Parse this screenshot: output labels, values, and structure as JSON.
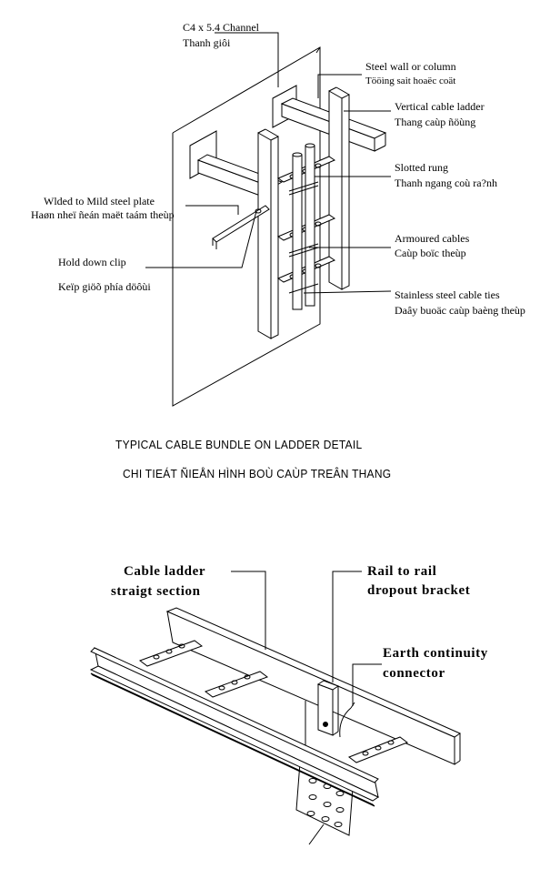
{
  "detail_top": {
    "labels": {
      "channel_en": "C4 x 5.4 Channel",
      "channel_vi": "Thanh  giôi",
      "wall_en": "Steel wall  or  column",
      "wall_vi": "Tööìng sait hoaëc coät",
      "ladder_en": "Vertical   cable ladder",
      "ladder_vi": "Thang   caùp ñöùng",
      "rung_en": "Slotted   rung",
      "rung_vi": "Thanh  ngang coù ra?nh",
      "welded_en": "Wlded  to Mild  steel plate",
      "welded_vi": "Haøn  nheï ñeán maët taám theùp",
      "holddown_en": "Hold   down clip",
      "holddown_vi": "Keïp  giöõ phía döôùi",
      "armoured_en": "Armoured   cables",
      "armoured_vi": "Caùp boïc theùp",
      "ties_en": "Stainless steel cable ties",
      "ties_vi": "Daây buoäc caùp baèng theùp"
    },
    "title_en": "TYPICAL  CABLE  BUNDLE  ON LADDER  DETAIL",
    "title_vi": "CHI  TIEÁT ÑIEÅN  HÌNH  BOÙ CAÙP  TREÂN  THANG"
  },
  "detail_bottom": {
    "labels": {
      "straight_line1": "Cable  ladder",
      "straight_line2": "straigt   section",
      "bracket_line1": "Rail to rail",
      "bracket_line2": "dropout  bracket",
      "earth_line1": "Earth  continuity",
      "earth_line2": "connector"
    }
  },
  "colors": {
    "ink": "#000000",
    "paper": "#ffffff"
  }
}
